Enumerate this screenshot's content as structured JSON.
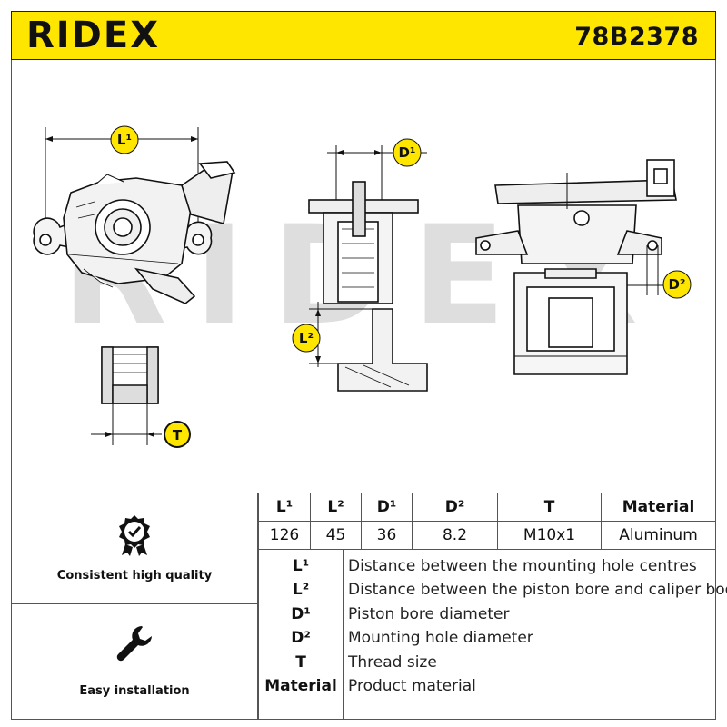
{
  "header": {
    "brand": "RIDEX",
    "part_number": "78B2378",
    "brand_color": "#ffe600"
  },
  "drawing": {
    "watermark": "RIDEX",
    "labels": {
      "L1": "L¹",
      "L2": "L²",
      "D1": "D¹",
      "D2": "D²",
      "T": "T"
    }
  },
  "features": [
    {
      "icon": "quality-badge-icon",
      "label": "Consistent high quality"
    },
    {
      "icon": "wrench-icon",
      "label": "Easy installation"
    }
  ],
  "specs": {
    "headers": [
      "L¹",
      "L²",
      "D¹",
      "D²",
      "T",
      "Material"
    ],
    "values": [
      "126",
      "45",
      "36",
      "8.2",
      "M10x1",
      "Aluminum"
    ]
  },
  "legend": [
    {
      "symbol": "L¹",
      "description": "Distance between the mounting hole centres"
    },
    {
      "symbol": "L²",
      "description": "Distance between the piston bore and caliper body"
    },
    {
      "symbol": "D¹",
      "description": "Piston bore diameter"
    },
    {
      "symbol": "D²",
      "description": "Mounting hole diameter"
    },
    {
      "symbol": "T",
      "description": "Thread size"
    },
    {
      "symbol": "Material",
      "description": "Product material"
    }
  ]
}
